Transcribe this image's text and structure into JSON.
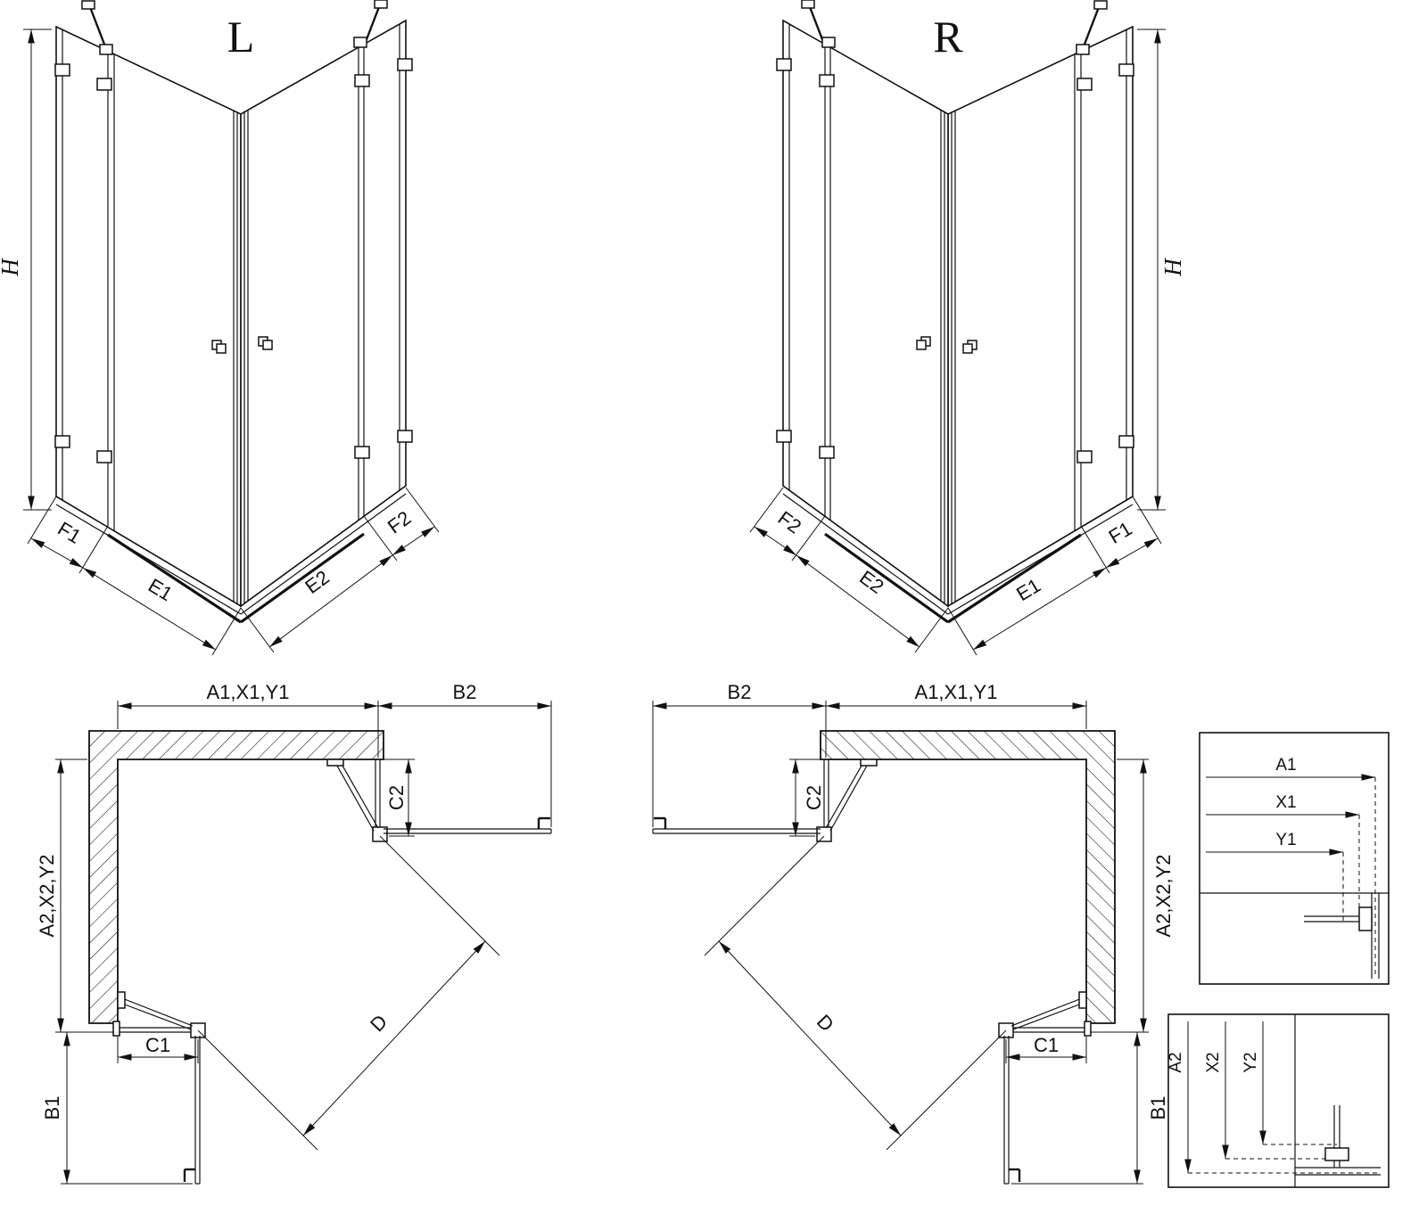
{
  "drawing": {
    "background_color": "#ffffff",
    "ink_color": "#111111"
  },
  "iso_views": {
    "left": {
      "title": "L",
      "height_label": "H",
      "left_slant_labels": [
        "F1",
        "E1"
      ],
      "right_slant_labels": [
        "E2",
        "F2"
      ]
    },
    "right": {
      "title": "R",
      "height_label": "H",
      "left_slant_labels": [
        "F2",
        "E2"
      ],
      "right_slant_labels": [
        "E1",
        "F1"
      ]
    }
  },
  "plan_views": {
    "left": {
      "top_width_label": "A1,X1,Y1",
      "top_door_clearance_label": "B2",
      "side_fixed_panel_label": "C2",
      "side_depth_label": "A2,X2,Y2",
      "bottom_fixed_panel_label": "C1",
      "bottom_door_clearance_label": "B1",
      "entry_diagonal_label": "D"
    },
    "right": {
      "top_width_label": "A1,X1,Y1",
      "top_door_clearance_label": "B2",
      "side_fixed_panel_label": "C2",
      "side_depth_label": "A2,X2,Y2",
      "bottom_fixed_panel_label": "C1",
      "bottom_door_clearance_label": "B1",
      "entry_diagonal_label": "D"
    }
  },
  "detail_views": {
    "width_reference": {
      "labels": [
        "A1",
        "X1",
        "Y1"
      ]
    },
    "depth_reference": {
      "labels": [
        "A2",
        "X2",
        "Y2"
      ]
    }
  }
}
